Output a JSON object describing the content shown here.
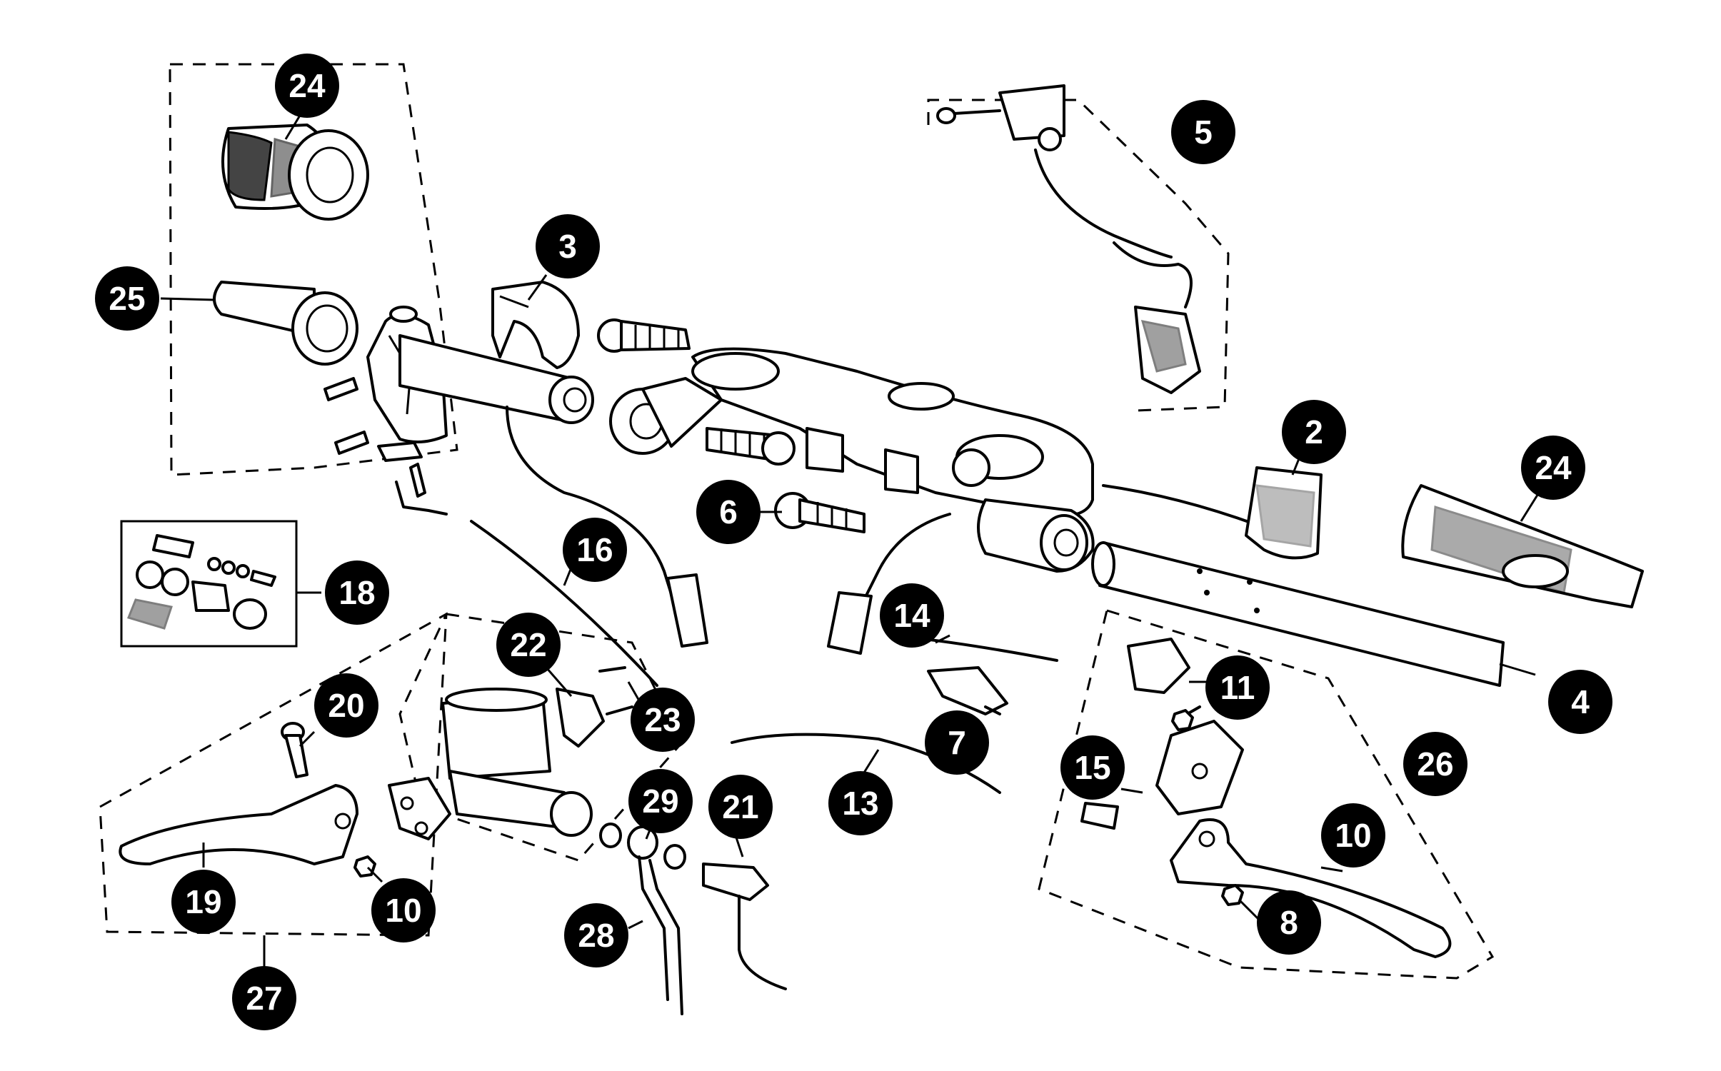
{
  "diagram": {
    "callouts": [
      {
        "label": "24"
      },
      {
        "label": "25"
      },
      {
        "label": "3"
      },
      {
        "label": "5"
      },
      {
        "label": "2"
      },
      {
        "label": "24"
      },
      {
        "label": "6"
      },
      {
        "label": "16"
      },
      {
        "label": "18"
      },
      {
        "label": "14"
      },
      {
        "label": "22"
      },
      {
        "label": "20"
      },
      {
        "label": "23"
      },
      {
        "label": "11"
      },
      {
        "label": "4"
      },
      {
        "label": "7"
      },
      {
        "label": "15"
      },
      {
        "label": "26"
      },
      {
        "label": "13"
      },
      {
        "label": "29"
      },
      {
        "label": "21"
      },
      {
        "label": "10"
      },
      {
        "label": "19"
      },
      {
        "label": "10"
      },
      {
        "label": "8"
      },
      {
        "label": "28"
      },
      {
        "label": "27"
      }
    ]
  }
}
